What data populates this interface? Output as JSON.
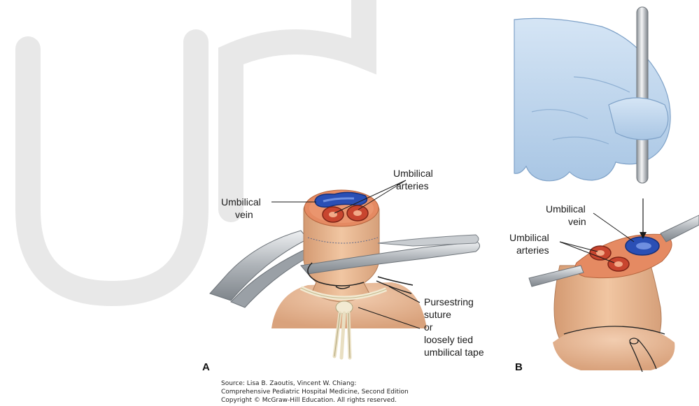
{
  "panel_a": {
    "letter": "A",
    "label_vein_1": "Umbilical",
    "label_vein_2": "vein",
    "label_arteries_1": "Umbilical",
    "label_arteries_2": "arteries",
    "label_suture_1": "Pursestring",
    "label_suture_2": "suture",
    "label_suture_3": "or",
    "label_suture_4": "loosely tied",
    "label_suture_5": "umbilical tape"
  },
  "panel_b": {
    "letter": "B",
    "label_vein_1": "Umbilical",
    "label_vein_2": "vein",
    "label_arteries_1": "Umbilical",
    "label_arteries_2": "arteries"
  },
  "source": {
    "line1": "Source: Lisa B. Zaoutis, Vincent W. Chiang:",
    "line2": "Comprehensive Pediatric Hospital Medicine, Second Edition",
    "line3": "Copyright © McGraw-Hill Education. All rights reserved."
  },
  "colors": {
    "skin": "#e6b48f",
    "stump": "#eab58d",
    "cut_surface": "#e58a62",
    "vein_blue": "#2a4fb5",
    "artery_red": "#c8452f",
    "instrument": "#b9bcc0",
    "glove": "#bcd4ec",
    "watermark": "#e6e6e6"
  }
}
